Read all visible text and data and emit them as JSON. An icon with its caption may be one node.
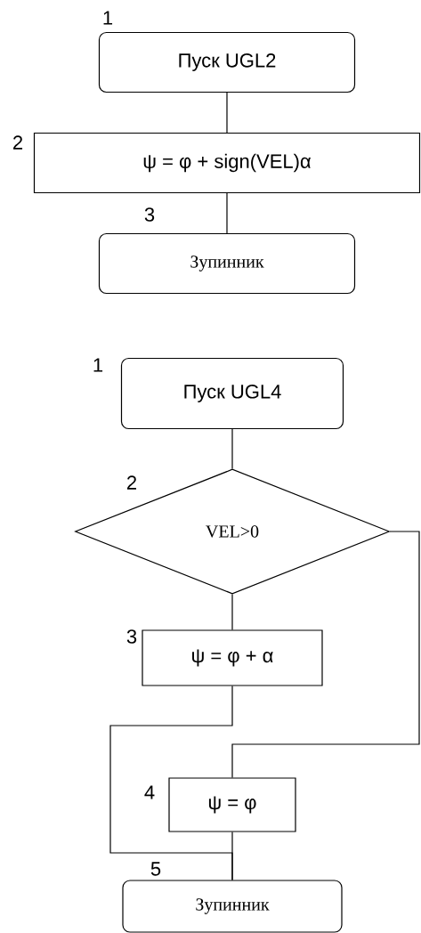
{
  "diagram": {
    "nodes": [
      {
        "text": [
          "Пуск UGL2"
        ],
        "beside": [
          "1"
        ]
      },
      {
        "text": [
          "ψ = φ + sign(VEL)α"
        ],
        "beside": [
          "2"
        ]
      },
      {
        "text": [
          "Зупинник"
        ],
        "beside": [
          "3"
        ]
      },
      {
        "text": [
          "Пуск UGL4"
        ],
        "beside": [
          "1"
        ]
      },
      {
        "text": [
          "VEL>0"
        ],
        "beside": [
          "2"
        ]
      },
      {
        "text": [
          "ψ = φ + α"
        ],
        "beside": [
          "3"
        ]
      },
      {
        "text": [
          "ψ = φ"
        ],
        "beside": [
          "4"
        ]
      },
      {
        "text": [
          "Зупинник"
        ],
        "beside": [
          "5"
        ]
      }
    ],
    "edges": [
      {
        "from": 0,
        "to": 1,
        "arrow": "none"
      },
      {
        "from": 1,
        "to": 2,
        "arrow": "none"
      },
      {
        "from": 3,
        "to": 4,
        "arrow": "none"
      },
      {
        "from": 4,
        "to": 5,
        "arrow": "none"
      },
      {
        "from": 5,
        "to": 7,
        "arrow": "none"
      },
      {
        "from": 4,
        "to": 6,
        "arrow": "none"
      },
      {
        "from": 6,
        "to": 7,
        "arrow": "none"
      }
    ]
  }
}
